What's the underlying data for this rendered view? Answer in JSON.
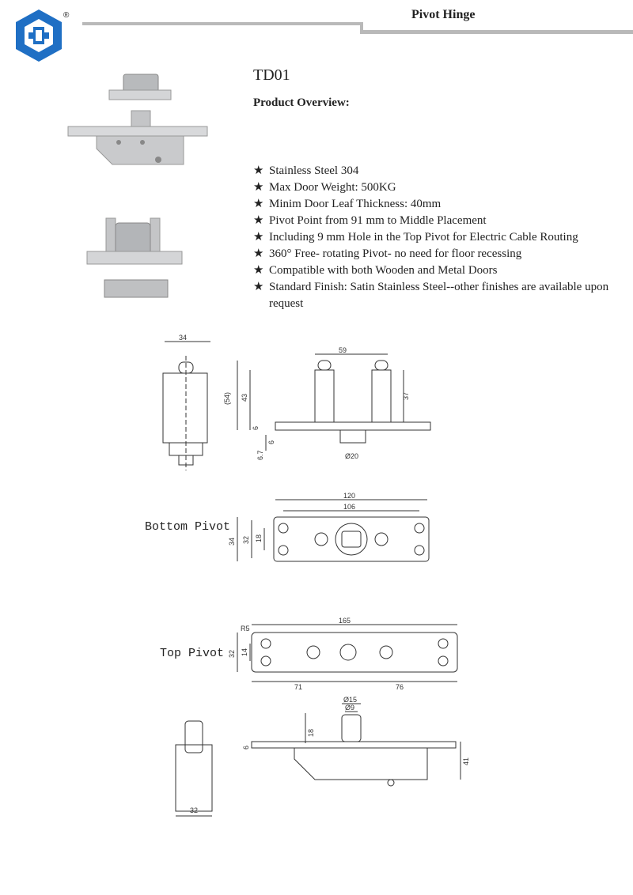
{
  "header": {
    "title": "Pivot Hinge",
    "registered_mark": "®"
  },
  "product": {
    "model": "TD01",
    "overview_heading": "Product Overview:",
    "features": [
      "Stainless Steel 304",
      "Max Door Weight: 500KG",
      "Minim Door Leaf Thickness: 40mm",
      "Pivot Point from 91 mm to Middle Placement",
      "Including 9 mm Hole in the Top Pivot for Electric Cable Routing",
      "360°  Free- rotating Pivot- no need for floor recessing",
      "Compatible with both Wooden and Metal Doors",
      "Standard Finish: Satin Stainless Steel--other finishes are available upon request"
    ],
    "bullet": "★"
  },
  "drawings": {
    "bottom_label": "Bottom Pivot",
    "top_label": "Top Pivot",
    "dims": {
      "d34": "34",
      "d59": "59",
      "d54": "(54)",
      "d43": "43",
      "d37": "37",
      "d6a": "6",
      "d6b": "6",
      "d67": "6.7",
      "d20": "Ø20",
      "d120": "120",
      "d106": "106",
      "d34b": "34",
      "d32": "32",
      "d18": "18",
      "d165": "165",
      "dR5": "R5",
      "d32t": "32",
      "d14": "14",
      "d71": "71",
      "d76": "76",
      "d15": "Ø15",
      "d9": "Ø9",
      "d18b": "18",
      "d6c": "6",
      "d41": "41",
      "d32b": "32"
    }
  },
  "colors": {
    "logo_blue": "#1f6fc4",
    "steel": "#c9cacc",
    "rule_gray": "#b9b9b9"
  }
}
